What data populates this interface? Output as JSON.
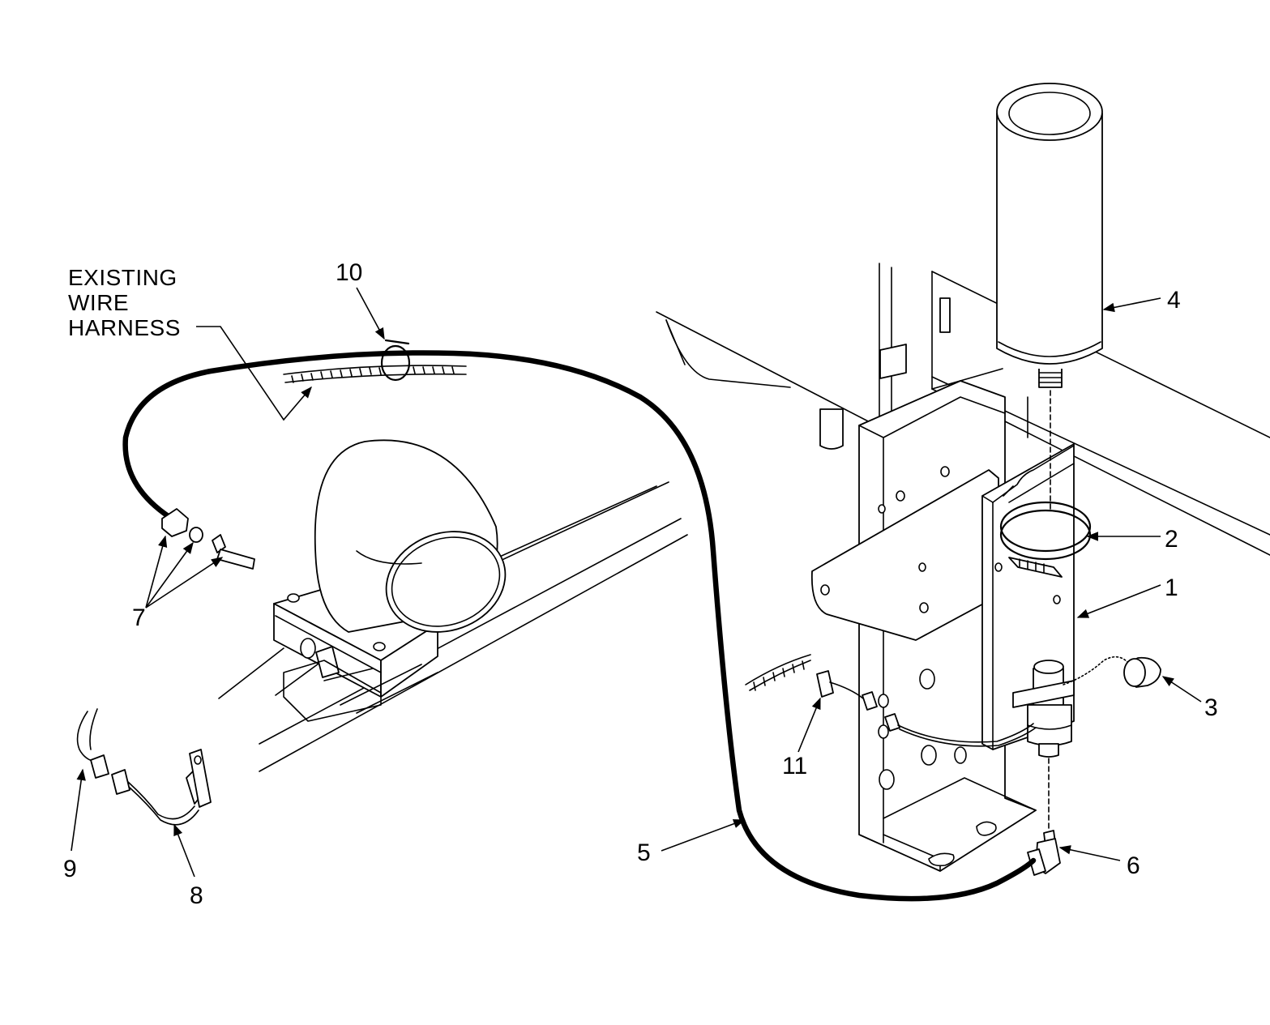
{
  "note": {
    "line1": "EXISTING",
    "line2": "WIRE",
    "line3": "HARNESS"
  },
  "callouts": {
    "c1": "1",
    "c2": "2",
    "c3": "3",
    "c4": "4",
    "c5": "5",
    "c6": "6",
    "c7": "7",
    "c8": "8",
    "c9": "9",
    "c10": "10",
    "c11": "11"
  },
  "colors": {
    "ink": "#000000",
    "paper": "#ffffff",
    "shade": "#ececec"
  }
}
